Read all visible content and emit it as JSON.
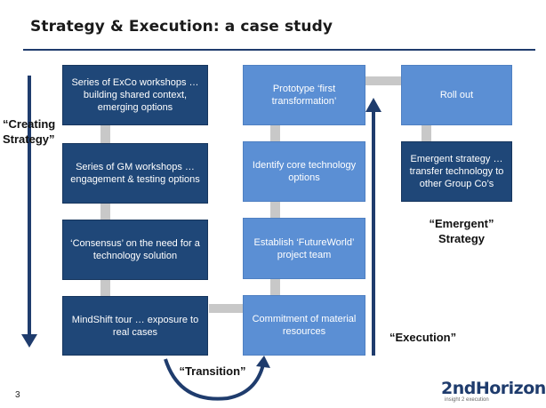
{
  "title": "Strategy & Execution: a case study",
  "boxes": {
    "exco": "Series of ExCo workshops … building shared context, emerging options",
    "gm": "Series of GM workshops … engagement & testing options",
    "consensus": "‘Consensus’ on the need for a technology solution",
    "mindshift": "MindShift tour … exposure to real cases",
    "commitment": "Commitment of material resources",
    "futureworld": "Establish ‘FutureWorld’ project team",
    "identify": "Identify core technology options",
    "prototype": "Prototype ‘first transformation’",
    "rollout": "Roll out",
    "emergent": "Emergent strategy … transfer technology to other Group Co’s"
  },
  "labels": {
    "creating": "“Creating Strategy”",
    "transition": "“Transition”",
    "execution": "“Execution”",
    "emergent": "“Emergent” Strategy"
  },
  "page_number": "3",
  "logo": {
    "name": "2ndHorizon",
    "tagline": "insight 2 execution"
  },
  "colors": {
    "dark_box": "#1f4778",
    "light_box": "#5b8fd4",
    "connector": "#c8c8c8",
    "arrow": "#1f3c6d"
  }
}
